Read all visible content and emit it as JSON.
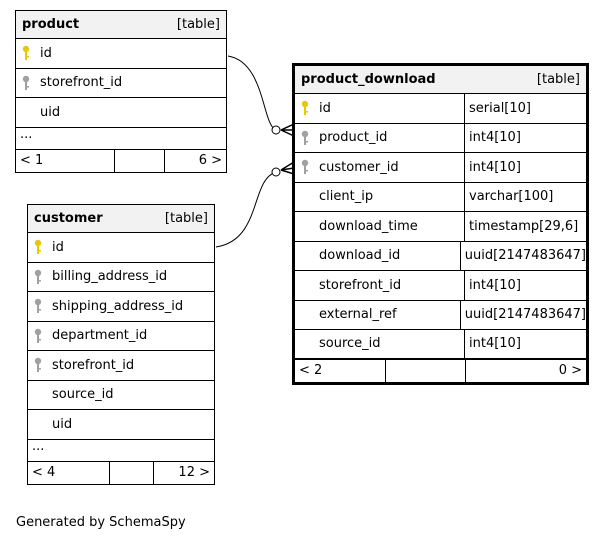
{
  "product": {
    "name": "product",
    "type": "[table]",
    "columns": [
      {
        "name": "id",
        "key": "primary"
      },
      {
        "name": "storefront_id",
        "key": "foreign"
      },
      {
        "name": "uid",
        "key": "none"
      }
    ],
    "ellipsis": "...",
    "footer": {
      "left": "< 1",
      "right": "6 >"
    }
  },
  "customer": {
    "name": "customer",
    "type": "[table]",
    "columns": [
      {
        "name": "id",
        "key": "primary"
      },
      {
        "name": "billing_address_id",
        "key": "foreign"
      },
      {
        "name": "shipping_address_id",
        "key": "foreign"
      },
      {
        "name": "department_id",
        "key": "foreign"
      },
      {
        "name": "storefront_id",
        "key": "foreign"
      },
      {
        "name": "source_id",
        "key": "none"
      },
      {
        "name": "uid",
        "key": "none"
      }
    ],
    "ellipsis": "...",
    "footer": {
      "left": "< 4",
      "right": "12 >"
    }
  },
  "product_download": {
    "name": "product_download",
    "type": "[table]",
    "columns": [
      {
        "name": "id",
        "datatype": "serial[10]",
        "key": "primary"
      },
      {
        "name": "product_id",
        "datatype": "int4[10]",
        "key": "foreign"
      },
      {
        "name": "customer_id",
        "datatype": "int4[10]",
        "key": "foreign"
      },
      {
        "name": "client_ip",
        "datatype": "varchar[100]",
        "key": "none"
      },
      {
        "name": "download_time",
        "datatype": "timestamp[29,6]",
        "key": "none"
      },
      {
        "name": "download_id",
        "datatype": "uuid[2147483647]",
        "key": "none"
      },
      {
        "name": "storefront_id",
        "datatype": "int4[10]",
        "key": "none"
      },
      {
        "name": "external_ref",
        "datatype": "uuid[2147483647]",
        "key": "none"
      },
      {
        "name": "source_id",
        "datatype": "int4[10]",
        "key": "none"
      }
    ],
    "footer": {
      "left": "< 2",
      "right": "0 >"
    }
  },
  "colors": {
    "primary_key": "#e8c800",
    "foreign_key": "#a0a0a0",
    "header_bg": "#f2f2f2"
  },
  "footer_text": "Generated by SchemaSpy"
}
